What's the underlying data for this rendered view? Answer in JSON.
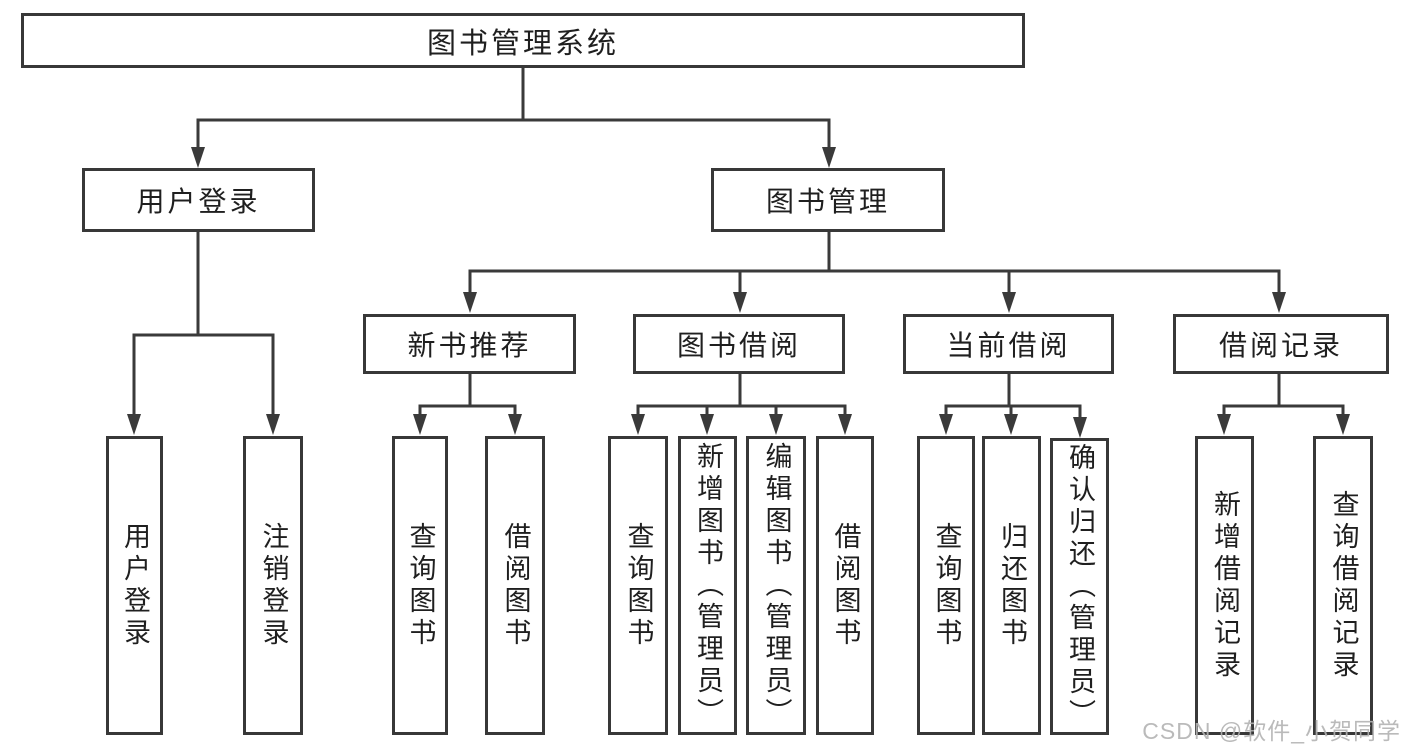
{
  "nodes": {
    "root": {
      "label": "图书管理系统"
    },
    "user_login": {
      "label": "用户登录"
    },
    "book_mgmt": {
      "label": "图书管理"
    },
    "new_book_rec": {
      "label": "新书推荐"
    },
    "book_borrow": {
      "label": "图书借阅"
    },
    "current_borrow": {
      "label": "当前借阅"
    },
    "borrow_records": {
      "label": "借阅记录"
    },
    "leaf_user_login": {
      "label": "用户登录"
    },
    "leaf_logout": {
      "label": "注销登录"
    },
    "leaf_nb_query": {
      "label": "查询图书"
    },
    "leaf_nb_borrow": {
      "label": "借阅图书"
    },
    "leaf_bb_query": {
      "label": "查询图书"
    },
    "leaf_bb_add": {
      "label": "新增图书（管理员）"
    },
    "leaf_bb_edit": {
      "label": "编辑图书（管理员）"
    },
    "leaf_bb_borrow": {
      "label": "借阅图书"
    },
    "leaf_cb_query": {
      "label": "查询图书"
    },
    "leaf_cb_return": {
      "label": "归还图书"
    },
    "leaf_cb_confirm": {
      "label": "确认归还（管理员）"
    },
    "leaf_br_add": {
      "label": "新增借阅记录"
    },
    "leaf_br_query": {
      "label": "查询借阅记录"
    }
  },
  "watermark": {
    "text": "CSDN @软件_小贺同学"
  },
  "colors": {
    "line": "#3a3a3a",
    "box_border": "#383838",
    "text": "#1f1f1f",
    "watermark": "#b3b3b3",
    "background": "#ffffff"
  }
}
